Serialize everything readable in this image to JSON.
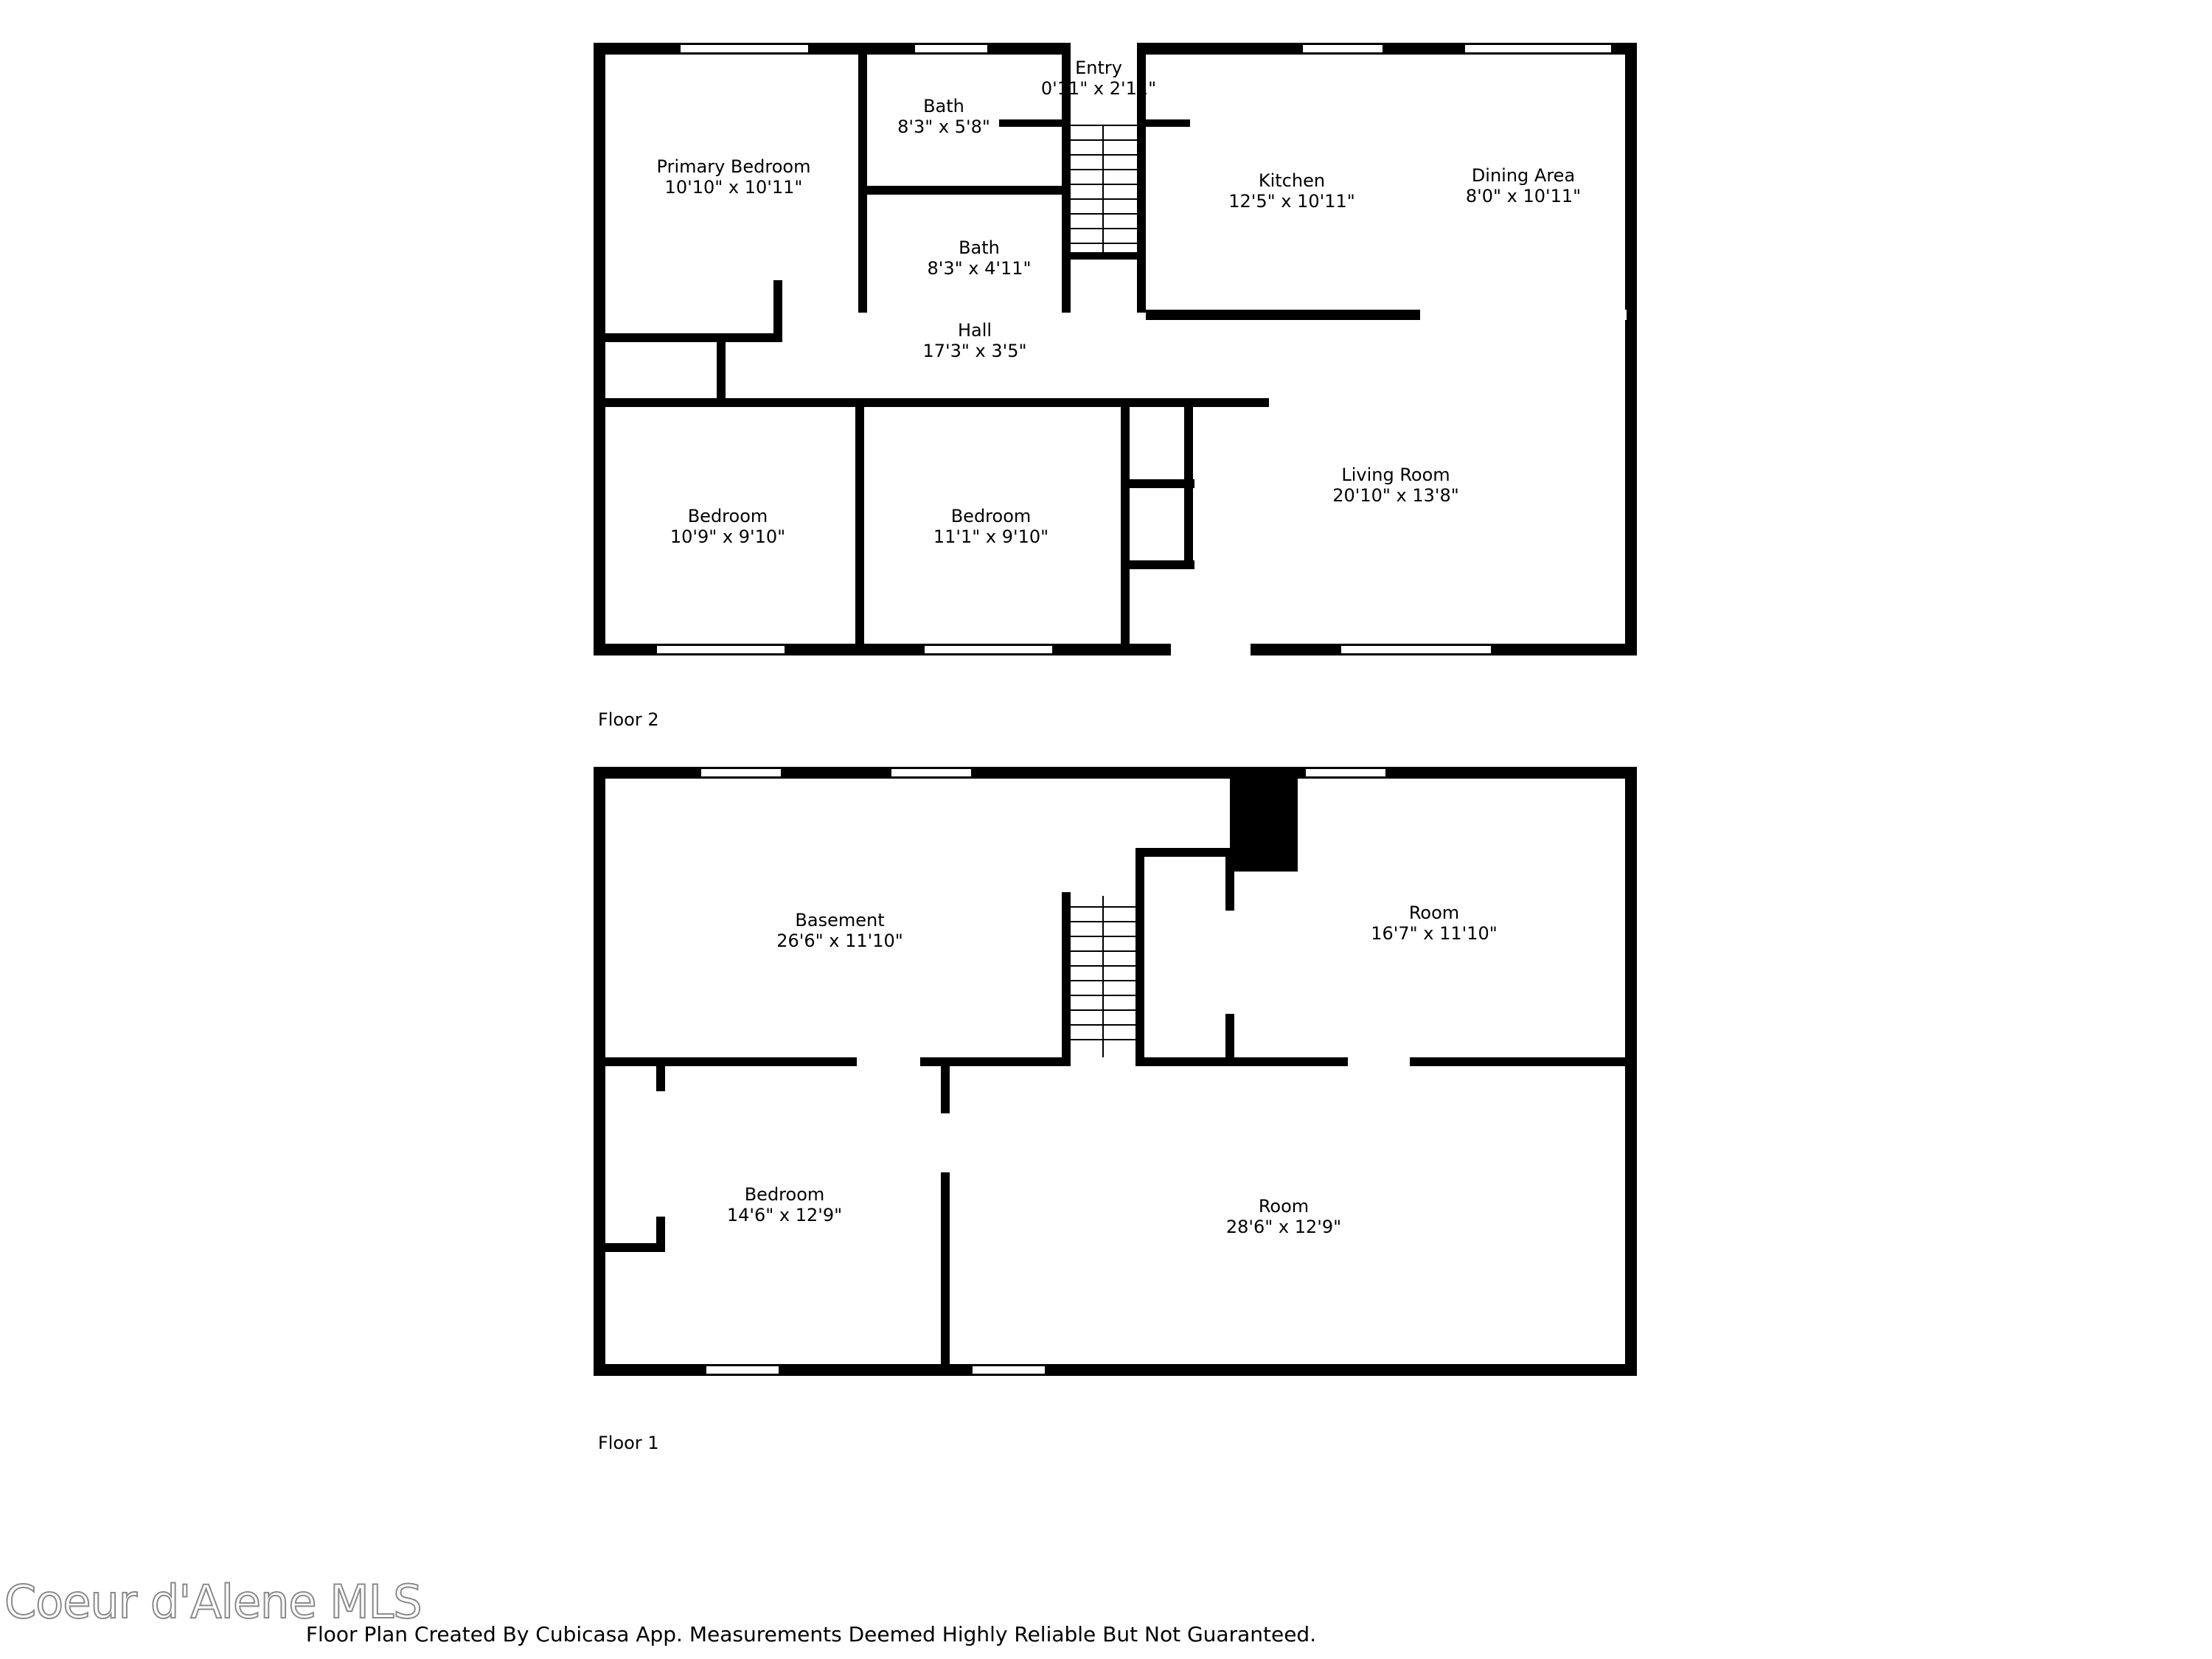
{
  "floor2": {
    "label": "Floor 2",
    "rooms": [
      {
        "id": "primary-bedroom",
        "name": "Primary Bedroom",
        "dims": "10'10\" x 10'11\""
      },
      {
        "id": "bath-upper",
        "name": "Bath",
        "dims": "8'3\" x 5'8\""
      },
      {
        "id": "bath-lower",
        "name": "Bath",
        "dims": "8'3\" x 4'11\""
      },
      {
        "id": "entry",
        "name": "Entry",
        "dims": "0'11\" x 2'11\""
      },
      {
        "id": "kitchen",
        "name": "Kitchen",
        "dims": "12'5\" x 10'11\""
      },
      {
        "id": "dining-area",
        "name": "Dining Area",
        "dims": "8'0\" x 10'11\""
      },
      {
        "id": "hall",
        "name": "Hall",
        "dims": "17'3\" x 3'5\""
      },
      {
        "id": "bedroom-west",
        "name": "Bedroom",
        "dims": "10'9\" x 9'10\""
      },
      {
        "id": "bedroom-center",
        "name": "Bedroom",
        "dims": "11'1\" x 9'10\""
      },
      {
        "id": "living-room",
        "name": "Living Room",
        "dims": "20'10\" x 13'8\""
      }
    ]
  },
  "floor1": {
    "label": "Floor 1",
    "rooms": [
      {
        "id": "basement",
        "name": "Basement",
        "dims": "26'6\" x 11'10\""
      },
      {
        "id": "room-northeast",
        "name": "Room",
        "dims": "16'7\" x 11'10\""
      },
      {
        "id": "bedroom-lower",
        "name": "Bedroom",
        "dims": "14'6\" x 12'9\""
      },
      {
        "id": "room-southeast",
        "name": "Room",
        "dims": "28'6\" x 12'9\""
      }
    ]
  },
  "footer_note": "Floor Plan Created By Cubicasa App. Measurements Deemed Highly Reliable But Not Guaranteed.",
  "watermark": "Coeur d'Alene MLS",
  "colors": {
    "wall": "#000000",
    "background": "#ffffff",
    "watermark_outline": "#8a8a8a"
  }
}
